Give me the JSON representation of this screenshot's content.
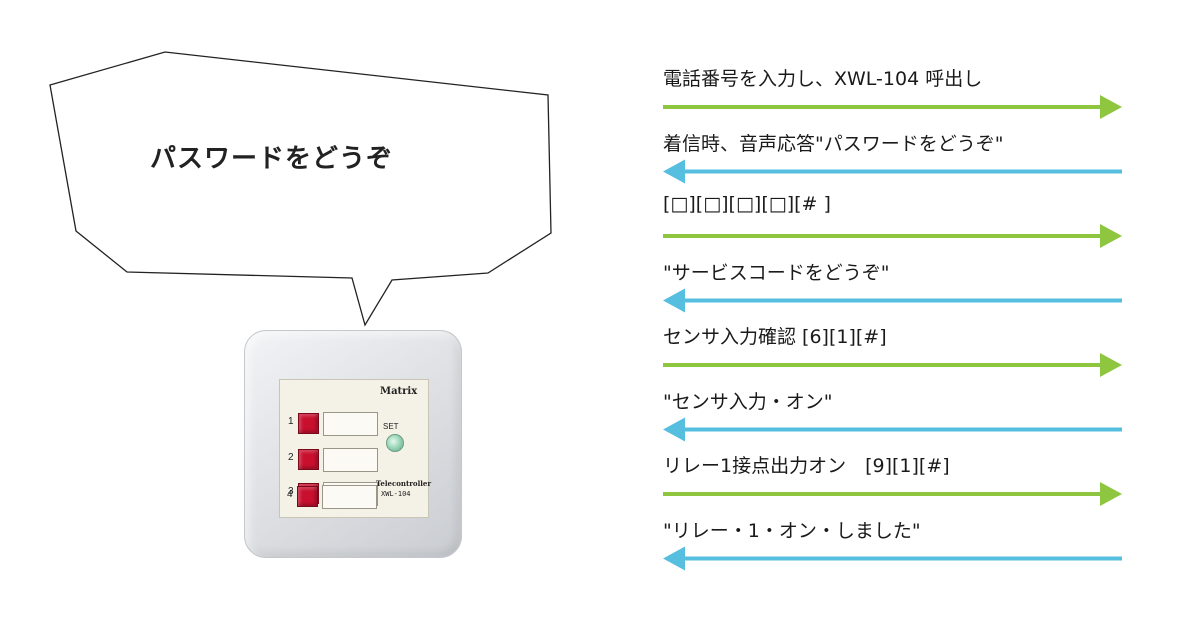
{
  "bubble": {
    "text": "パスワードをどうぞ"
  },
  "device": {
    "brand": "Matrix",
    "buttons": [
      "1",
      "2",
      "3",
      "4"
    ],
    "set_label": "SET",
    "model_name": "Telecontroller",
    "model_code": "XWL-104"
  },
  "colors": {
    "send": "#8ec63f",
    "receive": "#56bede"
  },
  "sequence": [
    {
      "text": "電話番号を入力し、XWL-104 呼出し",
      "direction": "right"
    },
    {
      "text": "着信時、音声応答\"パスワードをどうぞ\"",
      "direction": "left"
    },
    {
      "text": "[□][□][□][□][# ]",
      "direction": "right"
    },
    {
      "text": "\"サービスコードをどうぞ\"",
      "direction": "left"
    },
    {
      "text": "センサ入力確認 [6][1][#]",
      "direction": "right"
    },
    {
      "text": "\"センサ入力・オン\"",
      "direction": "left"
    },
    {
      "text": "リレー1接点出力オン　[9][1][#]",
      "direction": "right"
    },
    {
      "text": "\"リレー・1・オン・しました\"",
      "direction": "left"
    }
  ]
}
